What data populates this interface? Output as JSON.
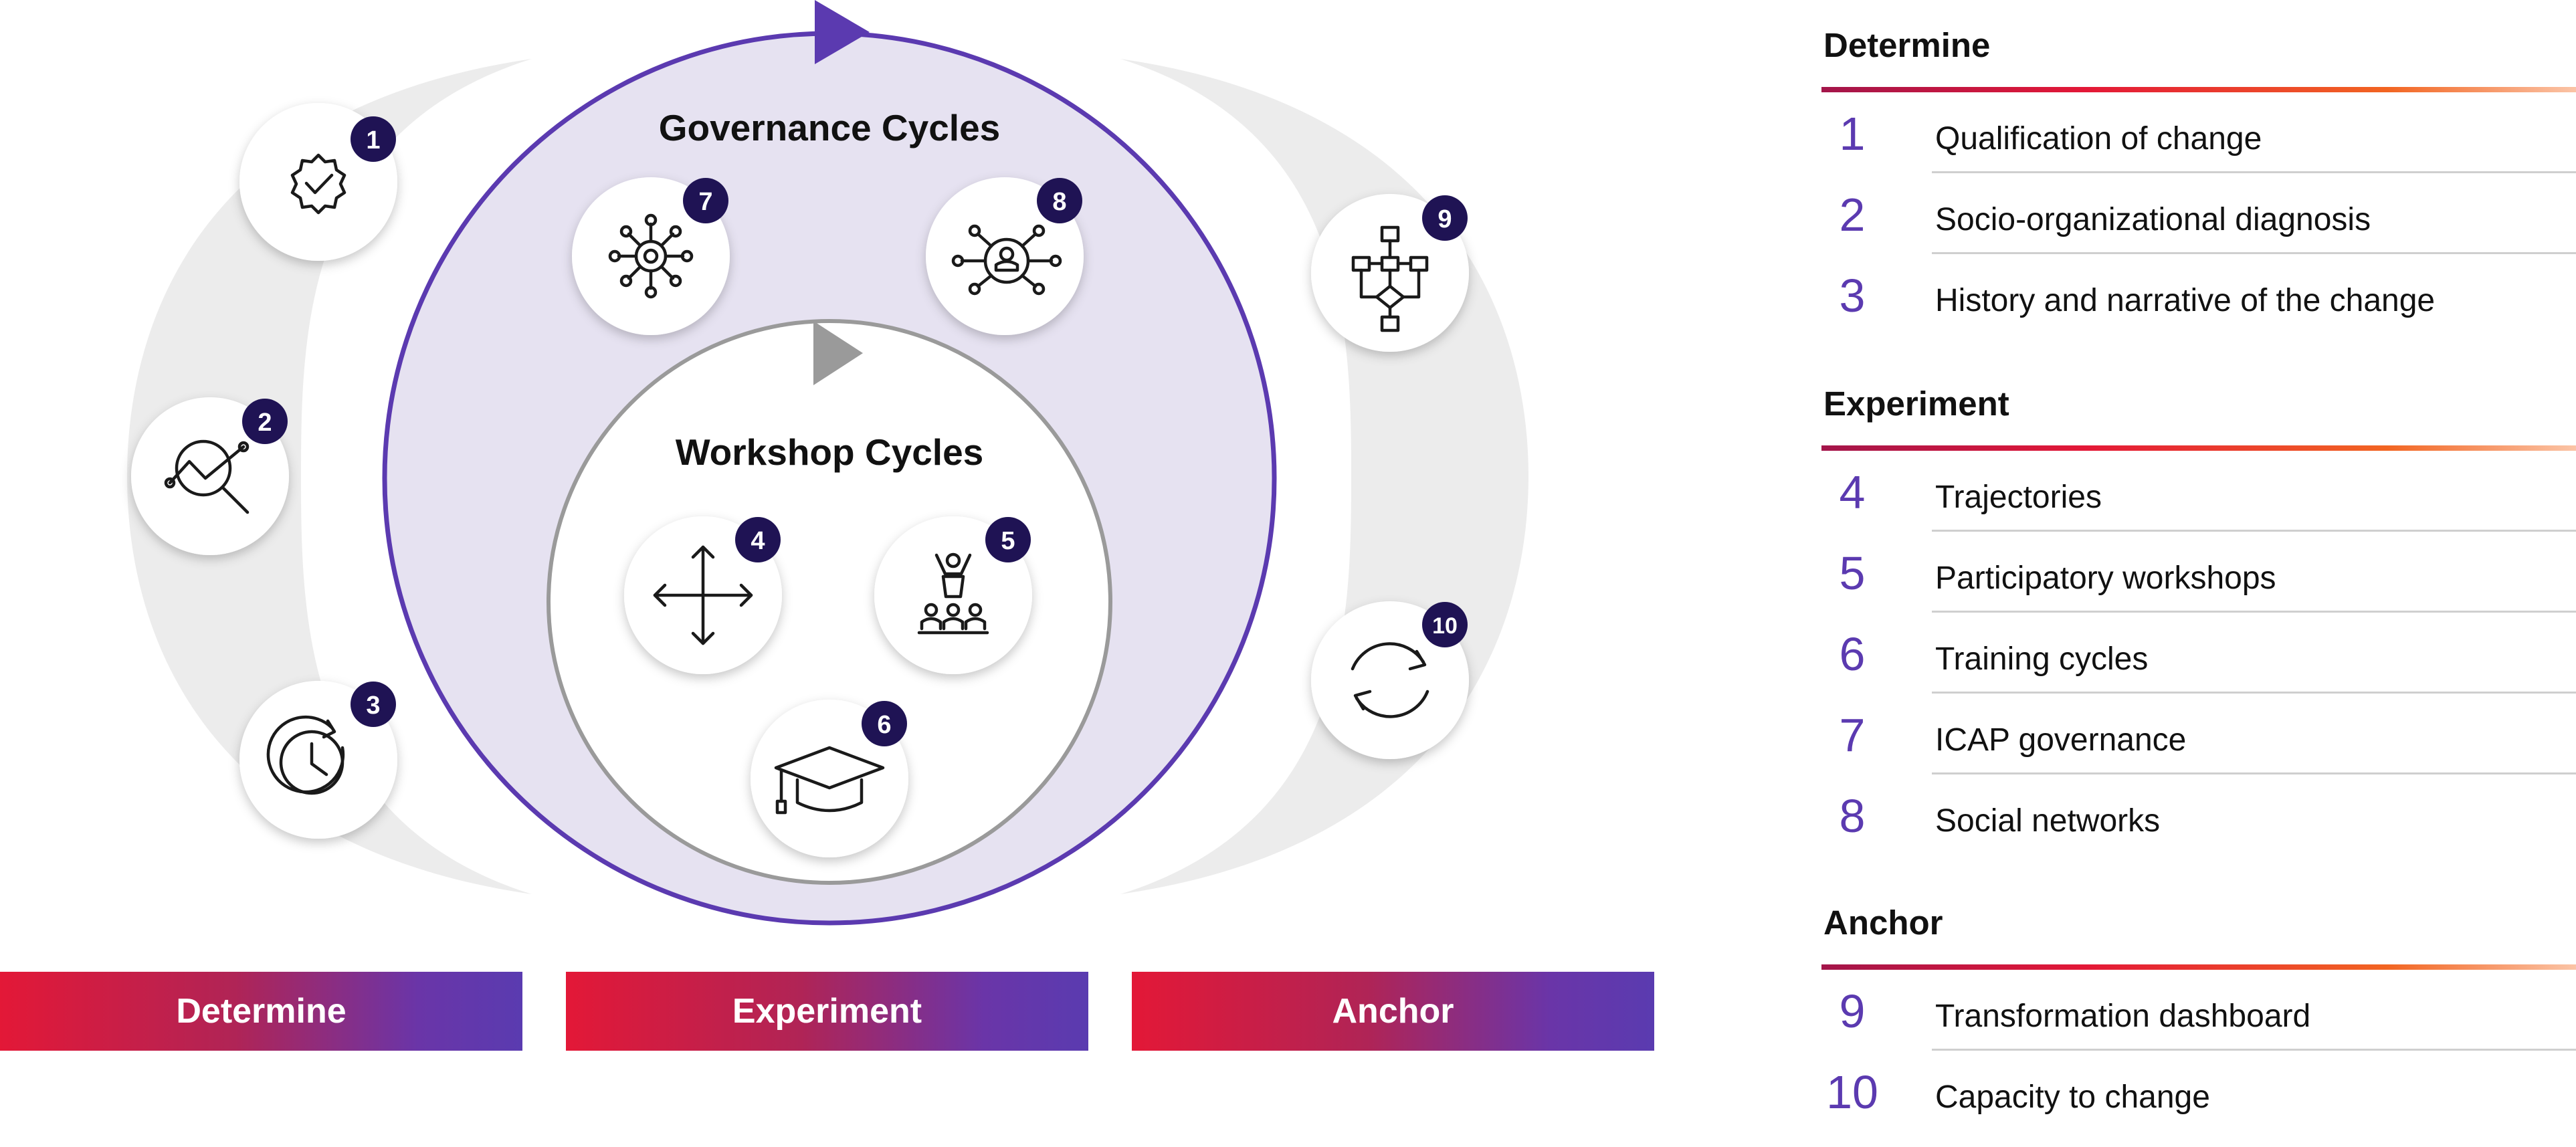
{
  "diagram": {
    "governance_title": "Governance Cycles",
    "workshop_title": "Workshop Cycles",
    "nodes": [
      {
        "num": "1",
        "icon": "badge-check-icon"
      },
      {
        "num": "2",
        "icon": "magnify-chart-icon"
      },
      {
        "num": "3",
        "icon": "clock-refresh-icon"
      },
      {
        "num": "4",
        "icon": "move-arrows-icon"
      },
      {
        "num": "5",
        "icon": "workshop-presenter-icon"
      },
      {
        "num": "6",
        "icon": "graduation-cap-icon"
      },
      {
        "num": "7",
        "icon": "network-gear-icon"
      },
      {
        "num": "8",
        "icon": "social-network-icon"
      },
      {
        "num": "9",
        "icon": "flowchart-icon"
      },
      {
        "num": "10",
        "icon": "refresh-cycle-icon"
      }
    ],
    "stages": [
      "Determine",
      "Experiment",
      "Anchor"
    ]
  },
  "legend": {
    "sections": [
      {
        "title": "Determine",
        "items": [
          {
            "num": "1",
            "label": "Qualification of change"
          },
          {
            "num": "2",
            "label": "Socio-organizational diagnosis"
          },
          {
            "num": "3",
            "label": "History and narrative of the change"
          }
        ]
      },
      {
        "title": "Experiment",
        "items": [
          {
            "num": "4",
            "label": "Trajectories"
          },
          {
            "num": "5",
            "label": "Participatory workshops"
          },
          {
            "num": "6",
            "label": "Training cycles"
          },
          {
            "num": "7",
            "label": "ICAP governance"
          },
          {
            "num": "8",
            "label": "Social networks"
          }
        ]
      },
      {
        "title": "Anchor",
        "items": [
          {
            "num": "9",
            "label": "Transformation dashboard"
          },
          {
            "num": "10",
            "label": "Capacity to change"
          }
        ]
      }
    ]
  },
  "colors": {
    "purple": "#5b3ab0",
    "dark_badge": "#1f1354",
    "governance_fill": "#e6e2f1",
    "crescent": "#ececec",
    "inner_ring": "#9a9a9a",
    "red": "#e31837",
    "orange": "#f26522"
  }
}
